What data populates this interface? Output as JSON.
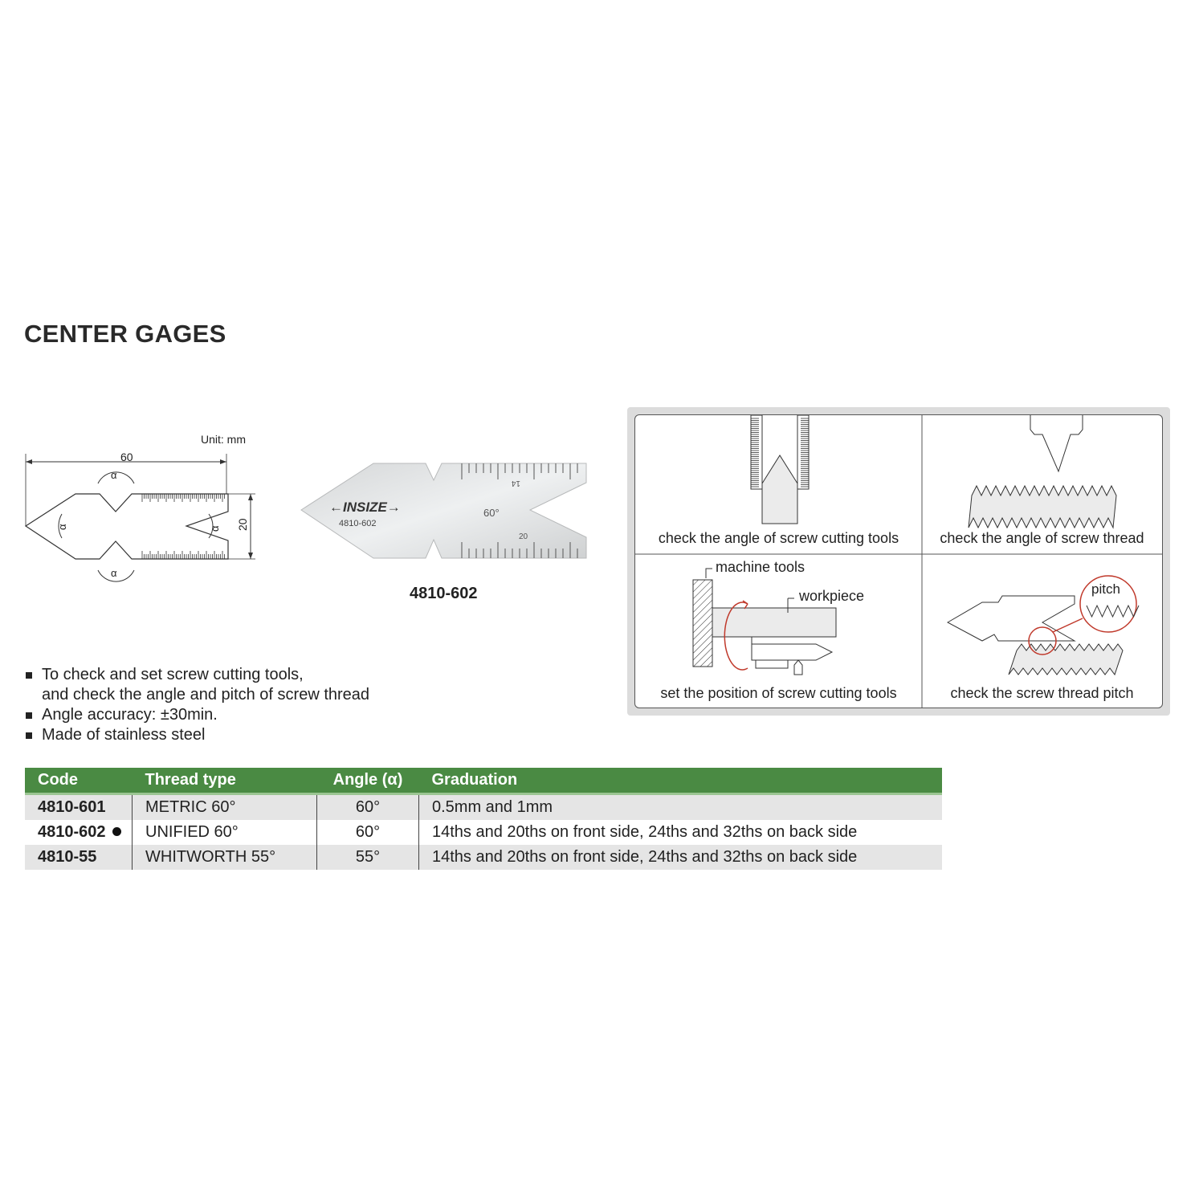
{
  "title": "CENTER GAGES",
  "drawing": {
    "unit": "Unit: mm",
    "length": "60",
    "height": "20",
    "angle_symbol": "α"
  },
  "photo": {
    "brand": "INSIZE",
    "code": "4810-602",
    "angle": "60°",
    "scale_top": "14",
    "scale_bottom": "20",
    "caption": "4810-602"
  },
  "usage": [
    {
      "caption": "check the angle of screw cutting tools"
    },
    {
      "caption": "check the angle of screw thread"
    },
    {
      "caption": "set the position of screw cutting tools",
      "labels": [
        "machine tools",
        "workpiece"
      ]
    },
    {
      "caption": "check the screw thread pitch",
      "labels": [
        "pitch"
      ]
    }
  ],
  "features": [
    "To check and set screw cutting tools,",
    "and check the angle and pitch of screw thread",
    "Angle accuracy: ±30min.",
    "Made of stainless steel"
  ],
  "table": {
    "headers": [
      "Code",
      "Thread type",
      "Angle (α)",
      "Graduation"
    ],
    "rows": [
      {
        "code": "4810-601",
        "type": "METRIC 60°",
        "angle": "60°",
        "graduation": "0.5mm and 1mm",
        "marked": false
      },
      {
        "code": "4810-602",
        "type": "UNIFIED 60°",
        "angle": "60°",
        "graduation": "14ths and 20ths on front side, 24ths and 32ths on back side",
        "marked": true
      },
      {
        "code": "4810-55",
        "type": "WHITWORTH 55°",
        "angle": "55°",
        "graduation": "14ths and 20ths on front side, 24ths and 32ths on back side",
        "marked": false
      }
    ],
    "header_color": "#4a8a43"
  }
}
